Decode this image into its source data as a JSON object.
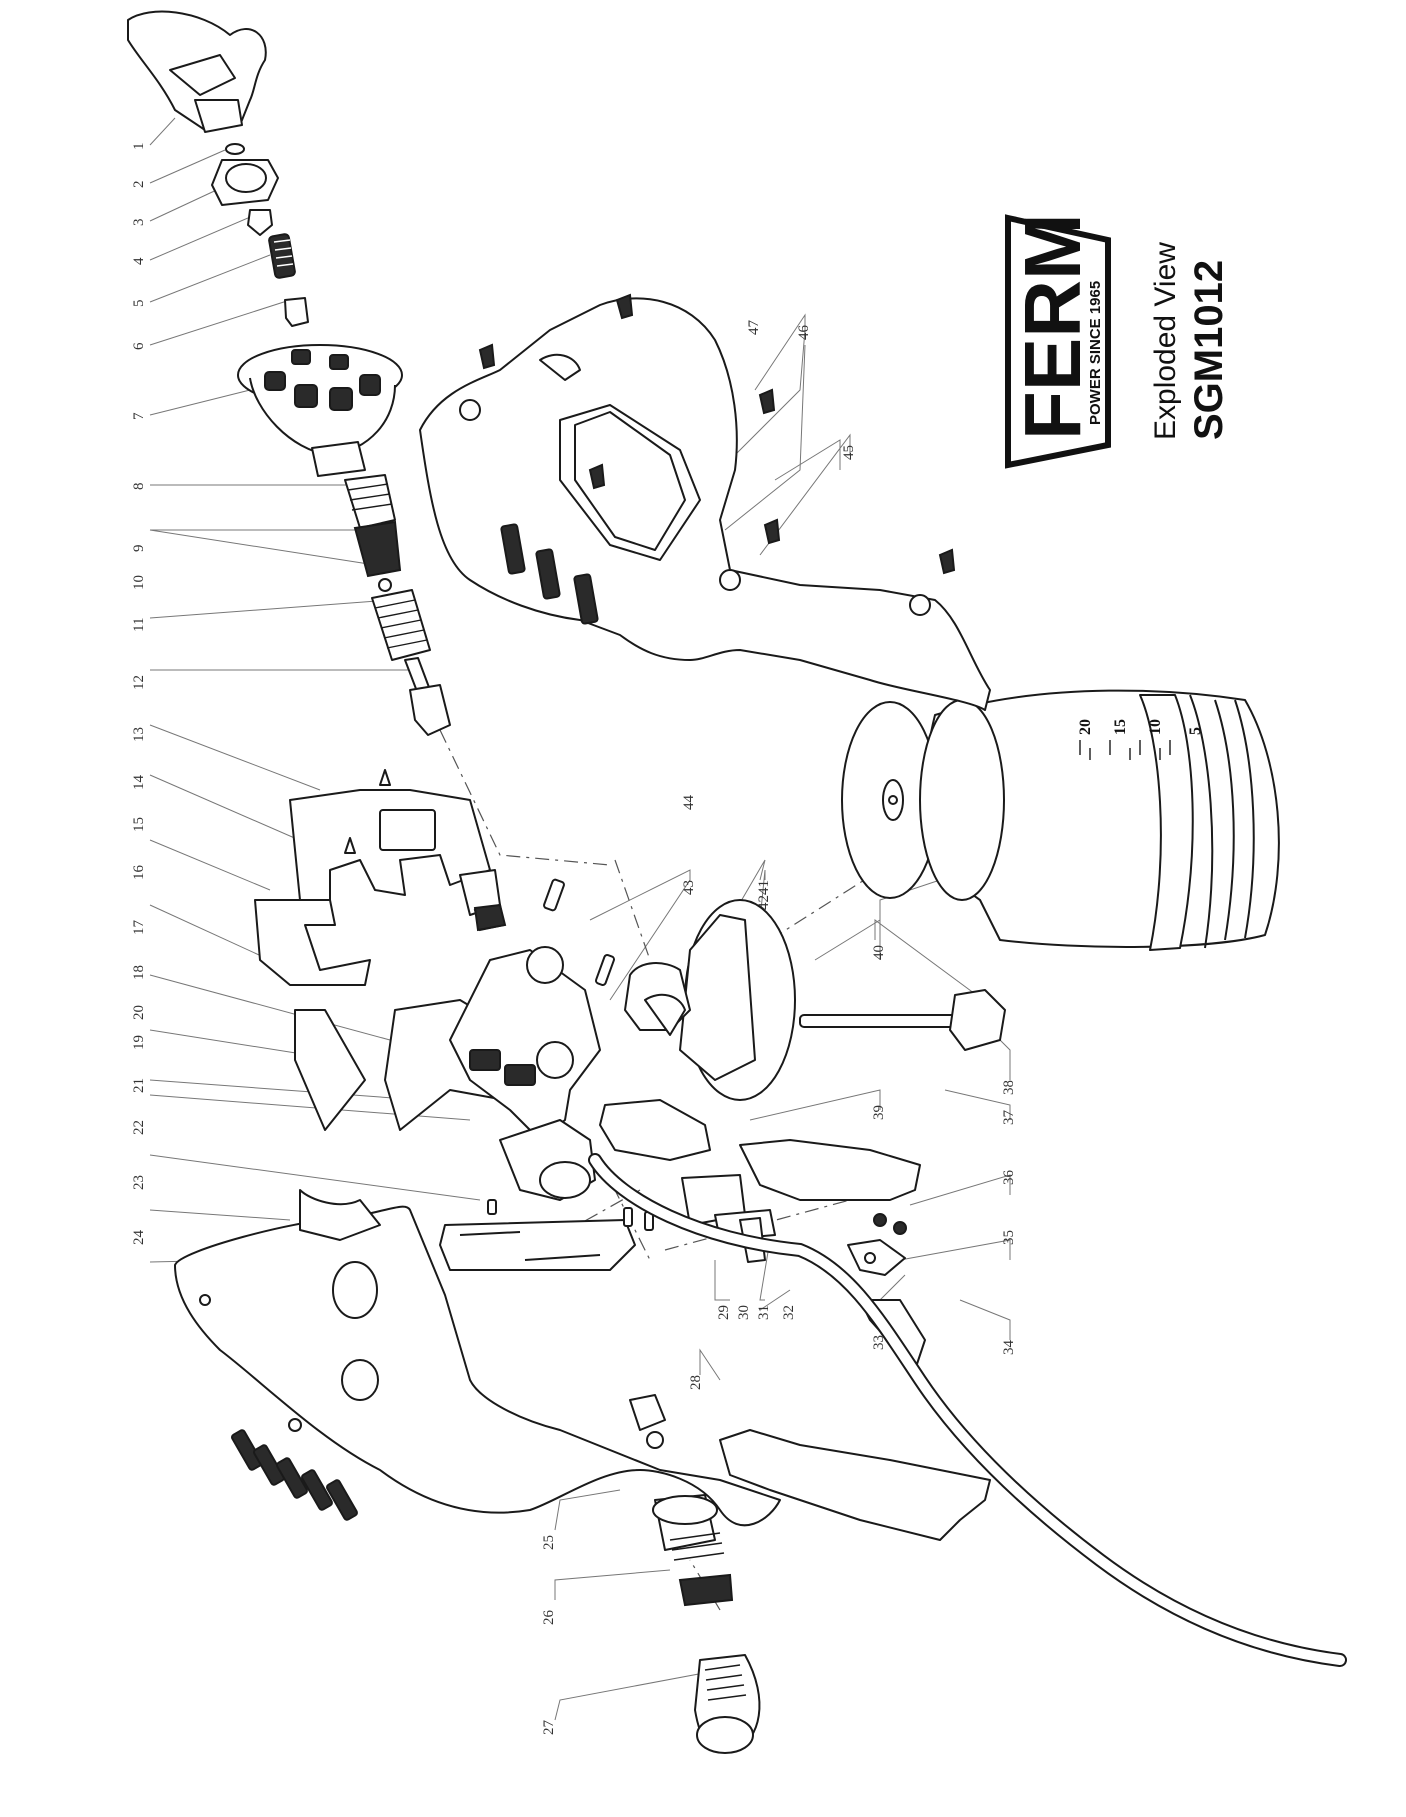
{
  "brand": {
    "logo": "FERM",
    "tagline": "POWER SINCE 1965"
  },
  "title": "Exploded View",
  "model": "SGM1012",
  "part_labels": [
    "1",
    "2",
    "3",
    "4",
    "5",
    "6",
    "7",
    "8",
    "9",
    "10",
    "11",
    "12",
    "13",
    "14",
    "15",
    "16",
    "17",
    "18",
    "20",
    "19",
    "21",
    "22",
    "23",
    "24",
    "25",
    "26",
    "27",
    "28",
    "29",
    "30",
    "31",
    "32",
    "33",
    "34",
    "35",
    "36",
    "37",
    "38",
    "39",
    "40",
    "41",
    "42",
    "43",
    "44",
    "45",
    "46",
    "47"
  ],
  "container_scale": [
    "20",
    "15",
    "10",
    "5"
  ]
}
